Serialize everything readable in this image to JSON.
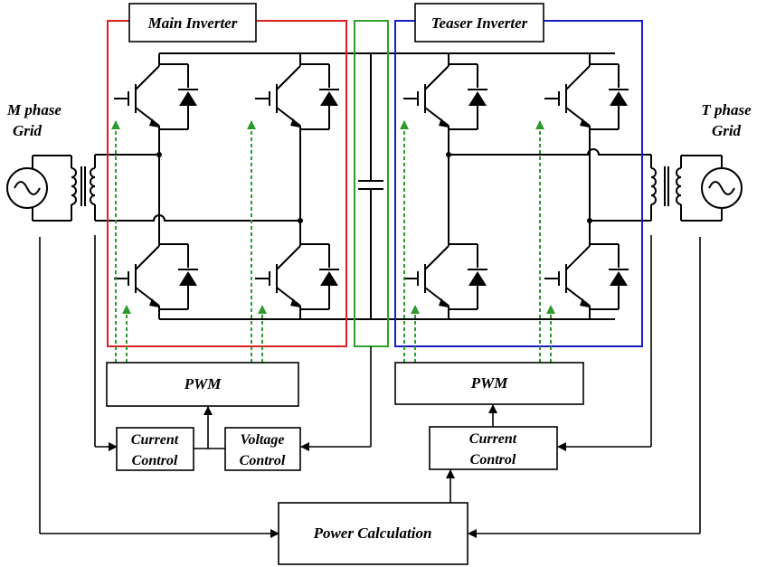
{
  "labels": {
    "main_inverter": "Main Inverter",
    "teaser_inverter": "Teaser Inverter",
    "m_phase_line1": "M phase",
    "m_phase_line2": "Grid",
    "t_phase_line1": "T phase",
    "t_phase_line2": "Grid",
    "pwm_left": "PWM",
    "pwm_right": "PWM",
    "current_control_left_line1": "Current",
    "current_control_left_line2": "Control",
    "voltage_control_line1": "Voltage",
    "voltage_control_line2": "Control",
    "current_control_right_line1": "Current",
    "current_control_right_line2": "Control",
    "power_calculation": "Power Calculation"
  },
  "colors": {
    "main_inverter_frame": "#e02020",
    "teaser_inverter_frame": "#1a1acc",
    "dc_link_frame": "#2ea02e",
    "gate_signal": "#2e9a2e",
    "wiring": "#000000"
  }
}
